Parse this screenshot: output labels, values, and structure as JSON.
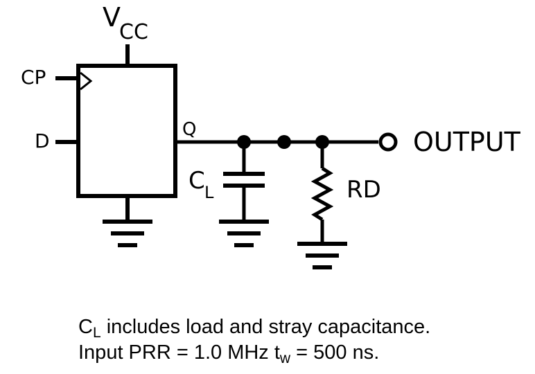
{
  "labels": {
    "vcc_main": "V",
    "vcc_sub": "CC",
    "cp": "CP",
    "d": "D",
    "q": "Q",
    "cl_main": "C",
    "cl_sub": "L",
    "rd": "RD",
    "output": "OUTPUT"
  },
  "notes": {
    "line1_c": "C",
    "line1_sub": "L",
    "line1_rest": " includes load and stray capacitance.",
    "line2_start": "Input PRR = 1.0 MHz t",
    "line2_sub": "w",
    "line2_rest": " = 500 ns."
  }
}
